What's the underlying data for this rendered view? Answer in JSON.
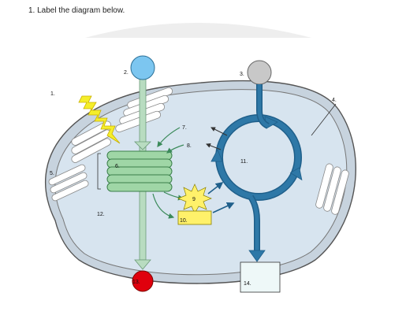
{
  "title": "1. Label the diagram below.",
  "labels": {
    "l1": "1.",
    "l2": "2.",
    "l3": "3.",
    "l4": "4.",
    "l5": "5.",
    "l6": "6.",
    "l7": "7.",
    "l8": "8.",
    "l9": "9",
    "l10": "10.",
    "l11": "11.",
    "l12": "12.",
    "l13": "13.",
    "l14": "14."
  },
  "colors": {
    "chloroplast_fill": "#d7e4ef",
    "thylakoid_green": "#9fd6a6",
    "cycle_blue": "#2e78a7",
    "input_blue_circle": "#7cc6f0",
    "input_gray_circle": "#c8c8c8",
    "output_red_circle": "#e0000d",
    "energy_yellow": "#fff16a",
    "lightning_yellow": "#f5ee2a"
  }
}
